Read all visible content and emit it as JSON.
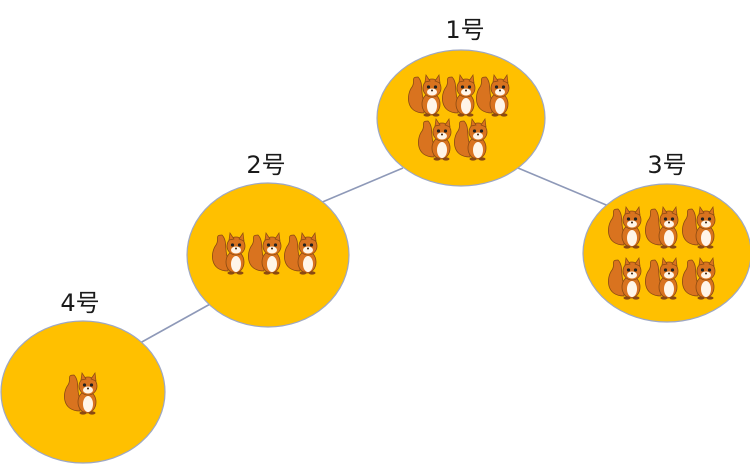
{
  "diagram": {
    "colors": {
      "node_fill": "#FFC000",
      "node_stroke": "#9DA7C4",
      "edge": "#8E99B8",
      "squirrel_body": "#D9731F",
      "squirrel_dark": "#8A4A12",
      "squirrel_belly": "#FFF5E8"
    },
    "nodes": [
      {
        "id": "n1",
        "label": "1号",
        "squirrels": 5
      },
      {
        "id": "n2",
        "label": "2号",
        "squirrels": 3
      },
      {
        "id": "n3",
        "label": "3号",
        "squirrels": 6
      },
      {
        "id": "n4",
        "label": "4号",
        "squirrels": 1
      }
    ],
    "edges": [
      {
        "from": "n1",
        "to": "n2"
      },
      {
        "from": "n1",
        "to": "n3"
      },
      {
        "from": "n2",
        "to": "n4"
      }
    ]
  }
}
